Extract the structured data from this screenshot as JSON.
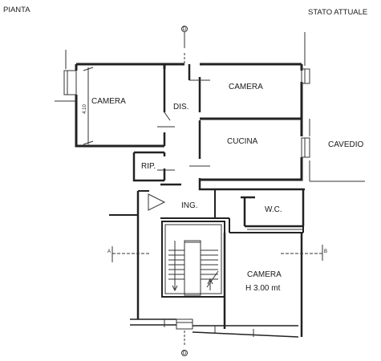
{
  "header": {
    "left": "PIANTA",
    "right": "STATO ATTUALE"
  },
  "rooms": {
    "camera_left": "CAMERA",
    "dis": "DIS.",
    "camera_top": "CAMERA",
    "cucina": "CUCINA",
    "cavedio": "CAVEDIO",
    "rip": "RIP.",
    "ing": "ING.",
    "wc": "W.C.",
    "camera_bottom": "CAMERA",
    "camera_bottom_height": "H 3.00 mt"
  },
  "dimensions": {
    "left_room_width": "4.10"
  },
  "section_marks": {
    "top": "D",
    "bottom": "D",
    "left": "A",
    "right": "B"
  }
}
